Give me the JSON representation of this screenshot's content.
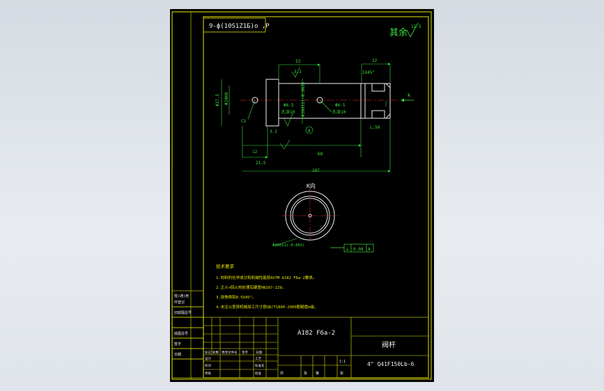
{
  "colors": {
    "frame": "#e8e800",
    "geometry": "#f2f2f2",
    "dimension": "#3fe03f",
    "centerline": "#ff2a2a",
    "notes": "#e8e800",
    "sheet": "#000000"
  },
  "drawing": {
    "code_box": "9-ф(10S1Z1Б)о ,P",
    "remaining_surface": "其余",
    "remaining_roughness": "12.5",
    "view_label": "K向",
    "view_arrow_label": "k",
    "dims": {
      "d33": "33",
      "d32": "32",
      "chamfer": "1X45°",
      "r32": "3.2",
      "diameter_left": "Φ37.5",
      "diameter_left2": "Φ20H9",
      "hole1": "Φ6.5",
      "hole1_note": "孔深10",
      "center_dim": "Φ30d11(-0.065)",
      "hole2": "Φ6.5",
      "hole2_note": "孔深10",
      "chamfer_small": "C1",
      "r32b": "3.2",
      "ra_bottom": "L,50",
      "d12": "12",
      "d68": "68",
      "d21": "21.5",
      "d107": "107",
      "datum": "A",
      "circle_dim": "Φ30d11(-0.065)",
      "tol_symbol": "⊥",
      "tol_value": "0.08",
      "tol_datum": "A"
    },
    "notes_title": "技术要求",
    "notes": [
      "1.材料的化学成分和机械性能按ASTM A182 F6a-2要求。",
      "2.正火+回火热处理后硬度HB167-229。",
      "3.锐角倒钝0.5X45°。",
      "4.未注公差按机械加工尺寸按GB/T1804-2000粗糙度m级。"
    ]
  },
  "title_block": {
    "material": "A182 F6a-2",
    "part_name": "阀杆",
    "drawing_number": "4\" Q41F150Lb-6",
    "scale": "1:1",
    "left_labels": [
      "借(通)用",
      "件登记",
      "旧底图总号",
      "底图总号",
      "签字",
      "日期"
    ],
    "row_labels": [
      "标记",
      "处数",
      "更改文件号",
      "签字",
      "日期"
    ],
    "sign_labels": [
      "设计",
      "校对",
      "审核",
      "工艺",
      "标准化",
      "批准"
    ],
    "bottom_labels": [
      "共",
      "张",
      "第",
      "张"
    ]
  }
}
